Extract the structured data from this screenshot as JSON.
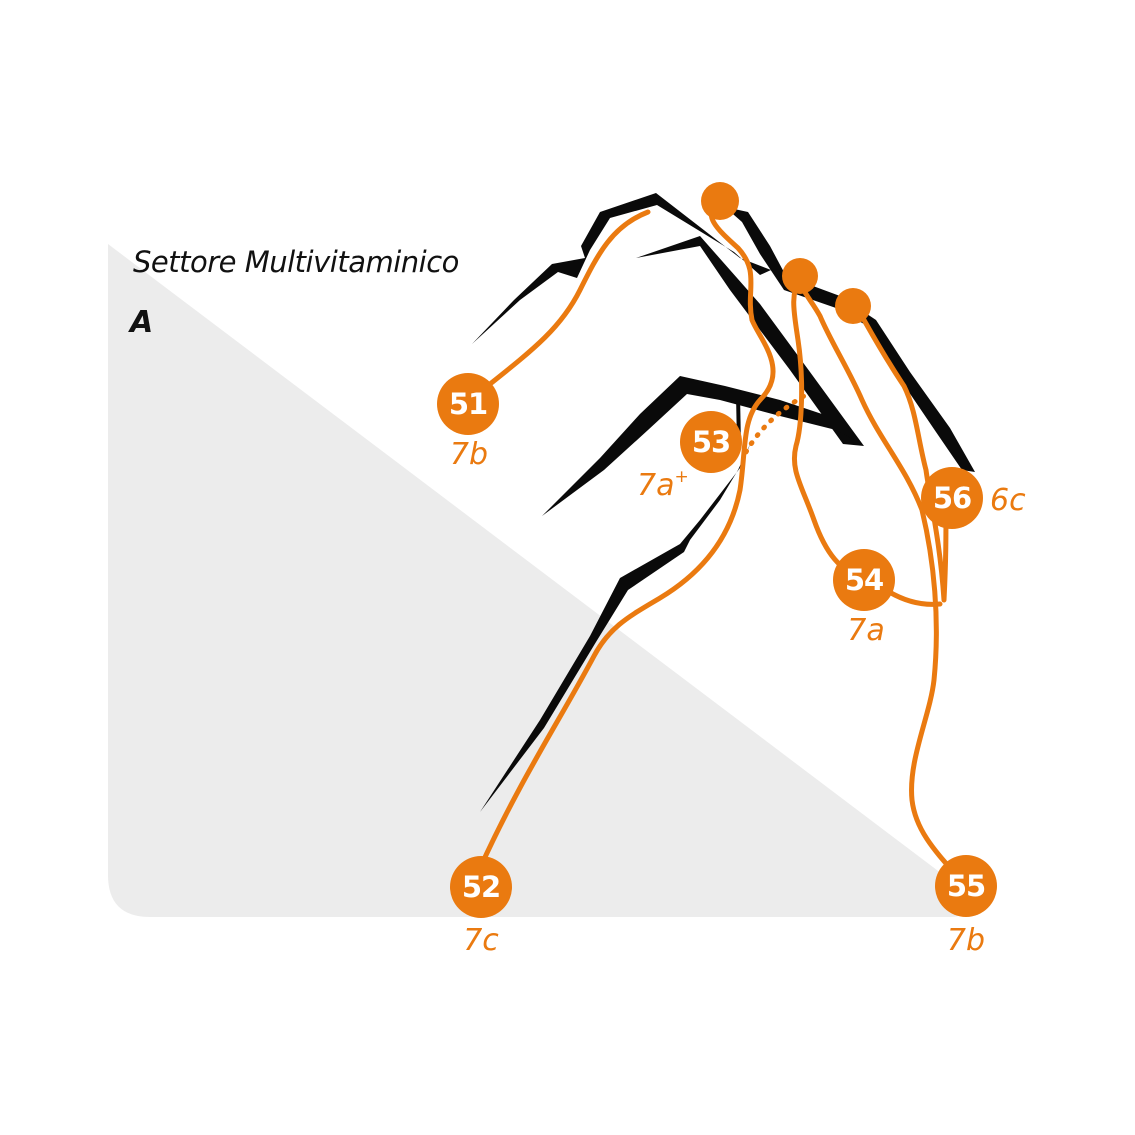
{
  "sector": {
    "title": "Settore Multivitaminico",
    "letter": "A"
  },
  "colors": {
    "route": "#ea7a10",
    "rock": "#0a0a0a",
    "ground": "#ececec",
    "badge_text": "#ffffff"
  },
  "routes": [
    {
      "number": "51",
      "grade": "7b",
      "grade_sup": ""
    },
    {
      "number": "52",
      "grade": "7c",
      "grade_sup": ""
    },
    {
      "number": "53",
      "grade": "7a",
      "grade_sup": "+"
    },
    {
      "number": "54",
      "grade": "7a",
      "grade_sup": ""
    },
    {
      "number": "55",
      "grade": "7b",
      "grade_sup": ""
    },
    {
      "number": "56",
      "grade": "6c",
      "grade_sup": ""
    }
  ]
}
